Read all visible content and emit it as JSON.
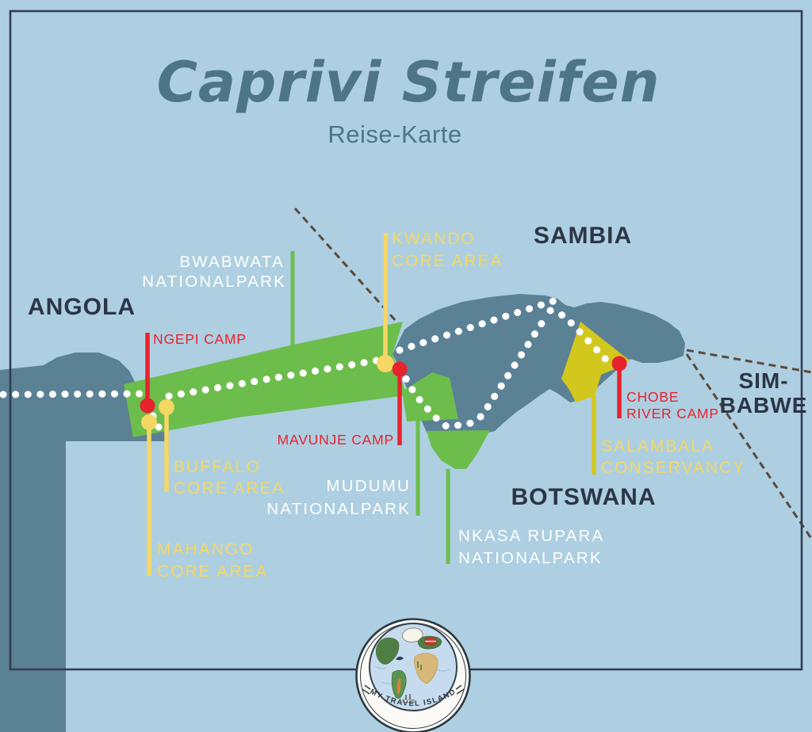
{
  "title": {
    "main": "Caprivi Streifen",
    "subtitle": "Reise-Karte"
  },
  "countries": {
    "angola": "ANGOLA",
    "sambia": "SAMBIA",
    "botswana": "BOTSWANA",
    "simbabwe_line1": "SIM-",
    "simbabwe_line2": "BABWE"
  },
  "parks": {
    "bwabwata": {
      "line1": "BWABWATA",
      "line2": "NATIONALPARK"
    },
    "mudumu": {
      "line1": "MUDUMU",
      "line2": "NATIONALPARK"
    },
    "nkasa": {
      "line1": "NKASA RUPARA",
      "line2": "NATIONALPARK"
    }
  },
  "areas": {
    "kwando": {
      "line1": "KWANDO",
      "line2": "CORE AREA"
    },
    "buffalo": {
      "line1": "BUFFALO",
      "line2": "CORE AREA"
    },
    "mahango": {
      "line1": "MAHANGO",
      "line2": "CORE AREA"
    },
    "salambala": {
      "line1": "SALAMBALA",
      "line2": "CONSERVANCY"
    }
  },
  "camps": {
    "ngepi": "NGEPI CAMP",
    "mavunje": "MAVUNJE CAMP",
    "chobe_line1": "CHOBE",
    "chobe_line2": "RIVER CAMP"
  },
  "logo": {
    "text": "MY TRAVEL ISLAND"
  },
  "colors": {
    "background": "#adcfe1",
    "land_slate": "#5b8195",
    "park_green": "#6dbd4d",
    "conservancy_yellow": "#d2c71d",
    "label_yellow": "#f6d763",
    "camp_red": "#e7232e",
    "country_navy": "#2c3547",
    "title_teal": "#4d7587",
    "route_white": "#ffffff",
    "border_dash_brown": "#5a4a3b",
    "frame_navy": "#333d51"
  }
}
